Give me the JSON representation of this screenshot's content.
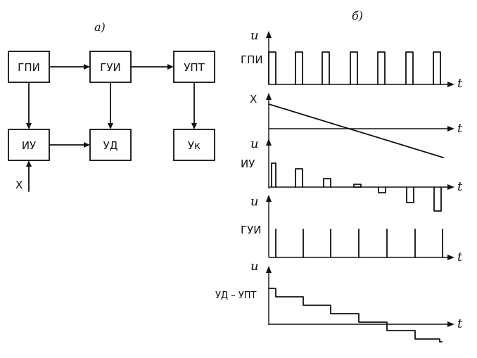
{
  "part_a": {
    "caption": "а)",
    "blocks": {
      "gpi": "ГПИ",
      "gui": "ГУИ",
      "upt": "УПТ",
      "iu": "ИУ",
      "ud": "УД",
      "uk": "Ук"
    },
    "input_label": "Х"
  },
  "part_b": {
    "caption": "б)",
    "axis_u": "u",
    "axis_t": "t",
    "axis_x": "Х",
    "rows": {
      "gpi": "ГПИ",
      "iu": "ИУ",
      "gui": "ГУИ",
      "ud_upt": "УД – УПТ"
    }
  }
}
